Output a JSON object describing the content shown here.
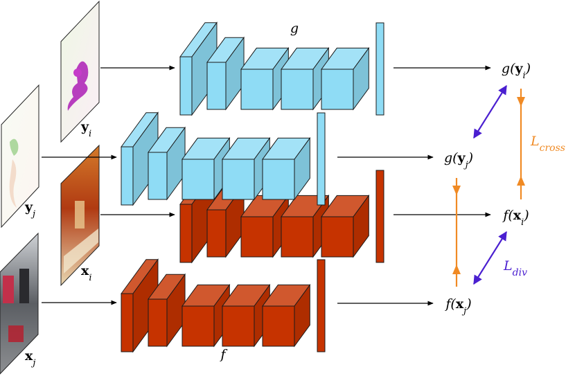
{
  "colors": {
    "blue_fill": "#8fdcf5",
    "red_fill": "#c63300",
    "stroke": "#1a1a1a",
    "orange": "#f08a24",
    "purple": "#4a1fd0",
    "arrow": "#000000"
  },
  "inputs": [
    {
      "id": "y_i",
      "symbol": "y",
      "sub": "i",
      "kind": "depth"
    },
    {
      "id": "y_j",
      "symbol": "y",
      "sub": "j",
      "kind": "depth"
    },
    {
      "id": "x_i",
      "symbol": "x",
      "sub": "i",
      "kind": "rgb"
    },
    {
      "id": "x_j",
      "symbol": "x",
      "sub": "j",
      "kind": "rgb"
    }
  ],
  "networks": {
    "g": {
      "label": "g"
    },
    "f": {
      "label": "f"
    }
  },
  "outputs": [
    {
      "id": "g_yi",
      "func": "g",
      "symbol": "y",
      "sub": "i"
    },
    {
      "id": "g_yj",
      "func": "g",
      "symbol": "y",
      "sub": "j"
    },
    {
      "id": "f_xi",
      "func": "f",
      "symbol": "x",
      "sub": "i"
    },
    {
      "id": "f_xj",
      "func": "f",
      "symbol": "x",
      "sub": "j"
    }
  ],
  "losses": {
    "cross": {
      "symbol": "L",
      "sub": "cross"
    },
    "div": {
      "symbol": "L",
      "sub": "div"
    }
  }
}
